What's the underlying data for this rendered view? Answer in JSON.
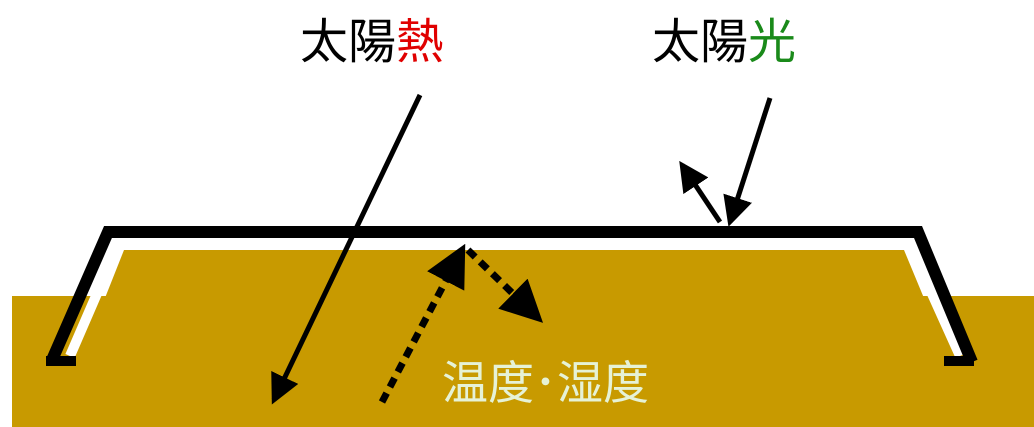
{
  "labels": {
    "solar_heat": {
      "prefix": "太陽",
      "accent": "熱"
    },
    "solar_light": {
      "prefix": "太陽",
      "accent": "光"
    },
    "environment": "温度･湿度"
  },
  "colors": {
    "ground": "#c89a00",
    "cover_line": "#000000",
    "heat_accent": "#e00000",
    "light_accent": "#1a8a1a",
    "environment_text": "#e6f2d6",
    "inner_gap": "#ffffff"
  }
}
